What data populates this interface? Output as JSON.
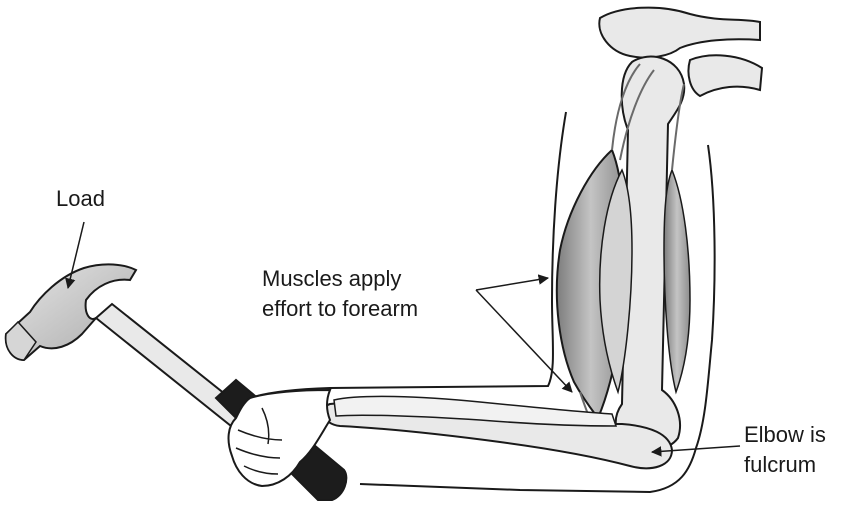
{
  "labels": {
    "load": "Load",
    "muscles_line1": "Muscles apply",
    "muscles_line2": "effort to forearm",
    "elbow_line1": "Elbow is",
    "elbow_line2": "fulcrum"
  },
  "colors": {
    "outline": "#1a1a1a",
    "bone": "#e9e9e9",
    "muscle": "#bdbdbd",
    "muscle_dark": "#8a8a8a",
    "hammer_head": "#c8c8c8",
    "grip": "#1c1c1c",
    "skin": "#ffffff"
  }
}
